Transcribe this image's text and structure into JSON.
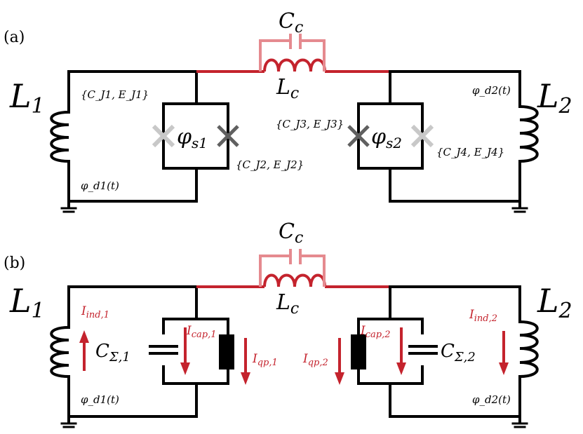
{
  "panel_a": {
    "label": "(a)",
    "L1": "L",
    "L1_sub": "1",
    "L2": "L",
    "L2_sub": "2",
    "Lc": "L",
    "Lc_sub": "c",
    "Cc": "C",
    "Cc_sub": "c",
    "phi_s1": "φ",
    "phi_s1_sub": "s1",
    "phi_s2": "φ",
    "phi_s2_sub": "s2",
    "J1": "{C_J1, E_J1}",
    "J2": "{C_J2, E_J2}",
    "J3": "{C_J3, E_J3}",
    "J4": "{C_J4, E_J4}",
    "phi_d1": "φ_d1(t)",
    "phi_d2": "φ_d2(t)"
  },
  "panel_b": {
    "label": "(b)",
    "L1": "L",
    "L1_sub": "1",
    "L2": "L",
    "L2_sub": "2",
    "Lc": "L",
    "Lc_sub": "c",
    "Cc": "C",
    "Cc_sub": "c",
    "I_ind1": "I",
    "I_ind1_sub": "ind,1",
    "I_ind2": "I",
    "I_ind2_sub": "ind,2",
    "I_cap1": "I",
    "I_cap1_sub": "cap,1",
    "I_cap2": "I",
    "I_cap2_sub": "cap,2",
    "I_qp1": "I",
    "I_qp1_sub": "qp,1",
    "I_qp2": "I",
    "I_qp2_sub": "qp,2",
    "C_sigma1": "C",
    "C_sigma1_sub": "Σ,1",
    "C_sigma2": "C",
    "C_sigma2_sub": "Σ,2",
    "phi_d1": "φ_d1(t)",
    "phi_d2": "φ_d2(t)"
  },
  "colors": {
    "wire": "#000000",
    "coupler": "#c4232d",
    "coupler_capacitor": "#e58a8f",
    "junction_light": "#c8c8c8",
    "junction_dark": "#606060",
    "current_arrow": "#c4232d"
  }
}
